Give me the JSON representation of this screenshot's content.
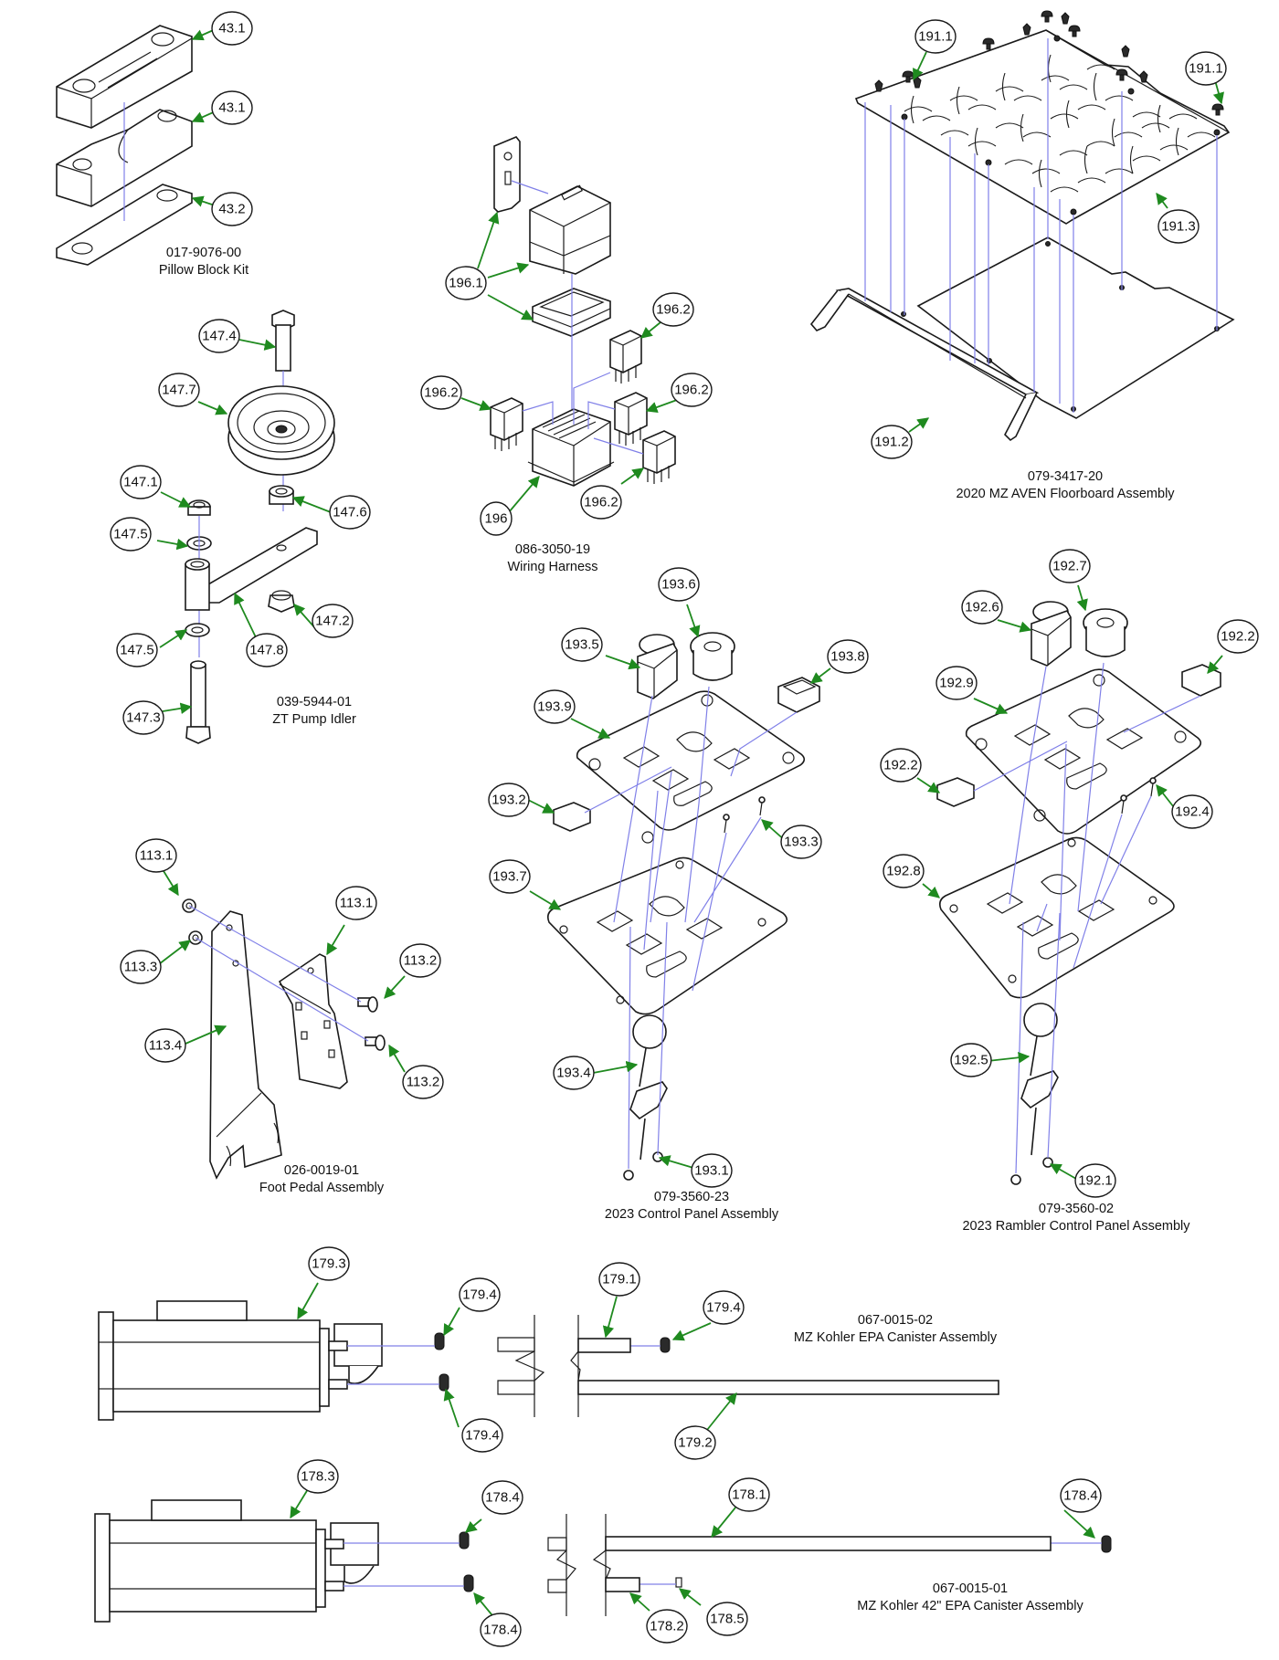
{
  "assemblies": [
    {
      "id": "pillow-block",
      "part_number": "017-9076-00",
      "name": "Pillow Block Kit",
      "callouts": [
        "43.1",
        "43.1",
        "43.2"
      ]
    },
    {
      "id": "pump-idler",
      "part_number": "039-5944-01",
      "name": "ZT Pump Idler",
      "callouts": [
        "147.4",
        "147.7",
        "147.1",
        "147.6",
        "147.5",
        "147.2",
        "147.5",
        "147.8",
        "147.3"
      ]
    },
    {
      "id": "wiring-harness",
      "part_number": "086-3050-19",
      "name": "Wiring Harness",
      "callouts": [
        "196.1",
        "196.2",
        "196.2",
        "196.2",
        "196.2",
        "196"
      ]
    },
    {
      "id": "floorboard",
      "part_number": "079-3417-20",
      "name": "2020 MZ AVEN Floorboard Assembly",
      "callouts": [
        "191.1",
        "191.1",
        "191.3",
        "191.2"
      ]
    },
    {
      "id": "control-panel",
      "part_number": "079-3560-23",
      "name": "2023 Control Panel Assembly",
      "callouts": [
        "193.6",
        "193.5",
        "193.8",
        "193.9",
        "193.2",
        "193.3",
        "193.7",
        "193.4",
        "193.1"
      ]
    },
    {
      "id": "rambler-control-panel",
      "part_number": "079-3560-02",
      "name": "2023 Rambler Control Panel Assembly",
      "callouts": [
        "192.7",
        "192.6",
        "192.2",
        "192.9",
        "192.2",
        "192.4",
        "192.8",
        "192.5",
        "192.1"
      ]
    },
    {
      "id": "foot-pedal",
      "part_number": "026-0019-01",
      "name": "Foot Pedal Assembly",
      "callouts": [
        "113.1",
        "113.3",
        "113.1",
        "113.2",
        "113.4",
        "113.2"
      ]
    },
    {
      "id": "epa-canister",
      "part_number": "067-0015-02",
      "name": "MZ Kohler EPA Canister Assembly",
      "callouts": [
        "179.3",
        "179.4",
        "179.1",
        "179.4",
        "179.4",
        "179.2"
      ]
    },
    {
      "id": "epa-canister-42",
      "part_number": "067-0015-01",
      "name": "MZ Kohler 42\" EPA Canister Assembly",
      "callouts": [
        "178.3",
        "178.4",
        "178.1",
        "178.4",
        "178.4",
        "178.2",
        "178.5"
      ]
    }
  ],
  "colors": {
    "leader": "#1f8a1f",
    "guide": "#8080e8",
    "line": "#1a1a1a"
  }
}
